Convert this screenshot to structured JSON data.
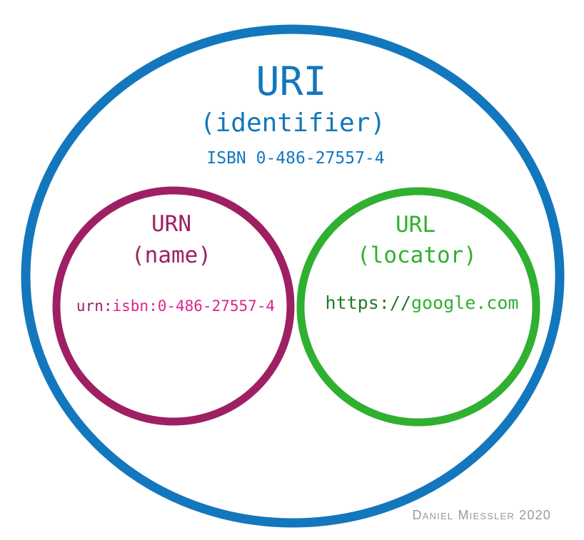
{
  "colors": {
    "uri_blue": "#1377bd",
    "urn_magenta": "#9e2063",
    "urn_pink": "#d9268f",
    "url_green": "#30b030",
    "url_dark_green": "#1f7d24",
    "credit_gray": "#9a9a9a",
    "background": "#ffffff"
  },
  "uri_circle": {
    "label": "URI",
    "sublabel": "(identifier)",
    "example": "ISBN 0-486-27557-4"
  },
  "urn_circle": {
    "label": "URN",
    "sublabel": "(name)",
    "example_prefix": "urn:",
    "example_rest": "isbn:0-486-27557-4"
  },
  "url_circle": {
    "label": "URL",
    "sublabel": "(locator)",
    "example_prefix": "https://",
    "example_rest": "google.com"
  },
  "credit": "Daniel Miessler 2020"
}
